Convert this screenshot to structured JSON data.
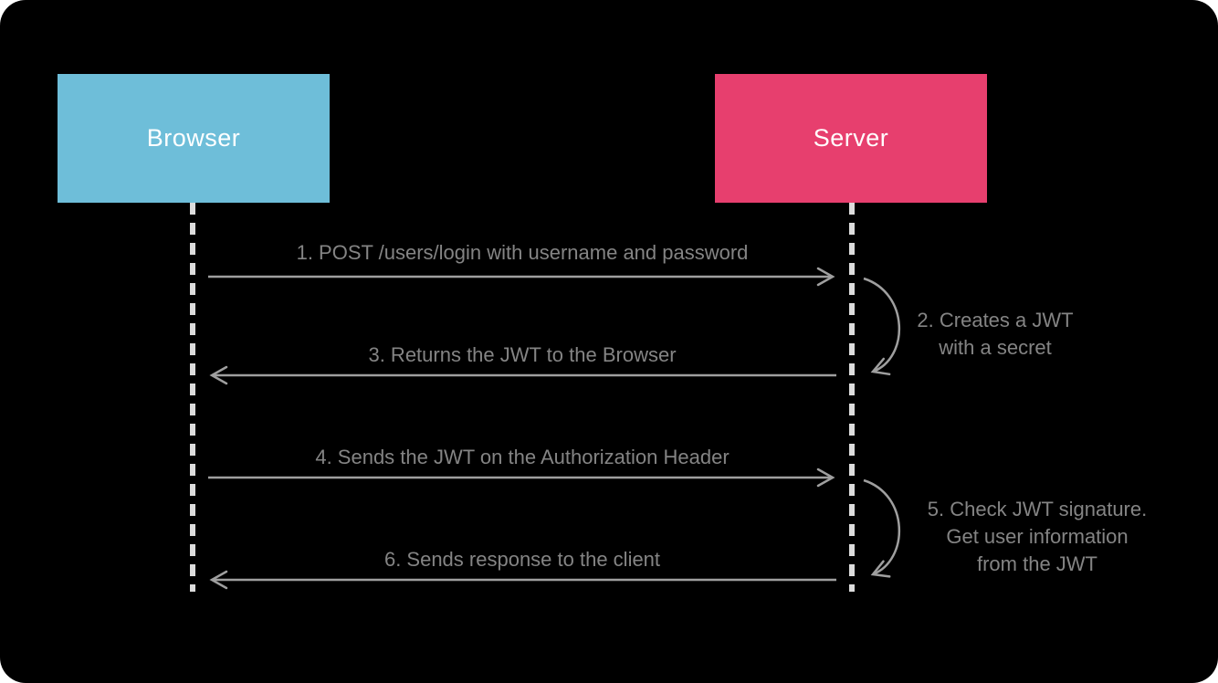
{
  "diagram": {
    "actors": [
      {
        "id": "browser",
        "label": "Browser",
        "color": "#6ebed9"
      },
      {
        "id": "server",
        "label": "Server",
        "color": "#e73f6e"
      }
    ],
    "messages": [
      {
        "id": 1,
        "label": "1. POST /users/login with username and password",
        "from": "Browser",
        "to": "Server",
        "type": "straight"
      },
      {
        "id": 2,
        "label": "2. Creates a JWT with a secret",
        "lines": [
          "2. Creates a JWT",
          "with a secret"
        ],
        "actor": "Server",
        "type": "self"
      },
      {
        "id": 3,
        "label": "3. Returns the JWT to the Browser",
        "from": "Server",
        "to": "Browser",
        "type": "straight"
      },
      {
        "id": 4,
        "label": "4. Sends the JWT on the Authorization Header",
        "from": "Browser",
        "to": "Server",
        "type": "straight"
      },
      {
        "id": 5,
        "label": "5. Check JWT signature. Get user information from the JWT",
        "lines": [
          "5. Check JWT signature.",
          "Get user information",
          "from the JWT"
        ],
        "actor": "Server",
        "type": "self"
      },
      {
        "id": 6,
        "label": "6. Sends response to the client",
        "from": "Server",
        "to": "Browser",
        "type": "straight"
      }
    ],
    "colors": {
      "background": "#000000",
      "browser_box": "#6ebed9",
      "server_box": "#e73f6e",
      "actor_text": "#ffffff",
      "label_text": "#848484",
      "arrow": "#9f9f9f",
      "lifeline": "#dcdcdc"
    }
  }
}
